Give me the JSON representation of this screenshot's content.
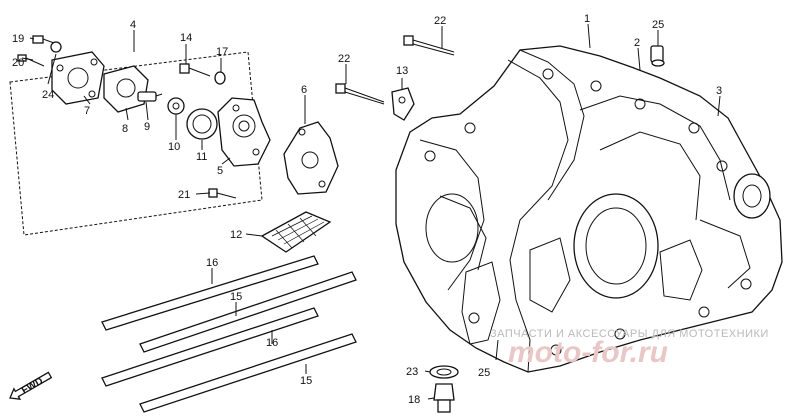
{
  "callouts": [
    {
      "id": "c1",
      "label": "1"
    },
    {
      "id": "c2",
      "label": "2"
    },
    {
      "id": "c3",
      "label": "3"
    },
    {
      "id": "c4",
      "label": "4"
    },
    {
      "id": "c5",
      "label": "5"
    },
    {
      "id": "c6",
      "label": "6"
    },
    {
      "id": "c7",
      "label": "7"
    },
    {
      "id": "c8",
      "label": "8"
    },
    {
      "id": "c9",
      "label": "9"
    },
    {
      "id": "c10",
      "label": "10"
    },
    {
      "id": "c11",
      "label": "11"
    },
    {
      "id": "c12",
      "label": "12"
    },
    {
      "id": "c13",
      "label": "13"
    },
    {
      "id": "c14",
      "label": "14"
    },
    {
      "id": "c15a",
      "label": "15"
    },
    {
      "id": "c15b",
      "label": "15"
    },
    {
      "id": "c16a",
      "label": "16"
    },
    {
      "id": "c16b",
      "label": "16"
    },
    {
      "id": "c17",
      "label": "17"
    },
    {
      "id": "c18",
      "label": "18"
    },
    {
      "id": "c19",
      "label": "19"
    },
    {
      "id": "c20",
      "label": "20"
    },
    {
      "id": "c21",
      "label": "21"
    },
    {
      "id": "c22a",
      "label": "22"
    },
    {
      "id": "c22b",
      "label": "22"
    },
    {
      "id": "c23",
      "label": "23"
    },
    {
      "id": "c24",
      "label": "24"
    },
    {
      "id": "c25a",
      "label": "25"
    },
    {
      "id": "c25b",
      "label": "25"
    }
  ],
  "direction_marker": {
    "text": "FWD"
  },
  "watermark": {
    "caption": "ЗАПЧАСТИ И АКСЕССУАРЫ ДЛЯ МОТОТЕХНИКИ",
    "brand": "moto-for.ru"
  }
}
